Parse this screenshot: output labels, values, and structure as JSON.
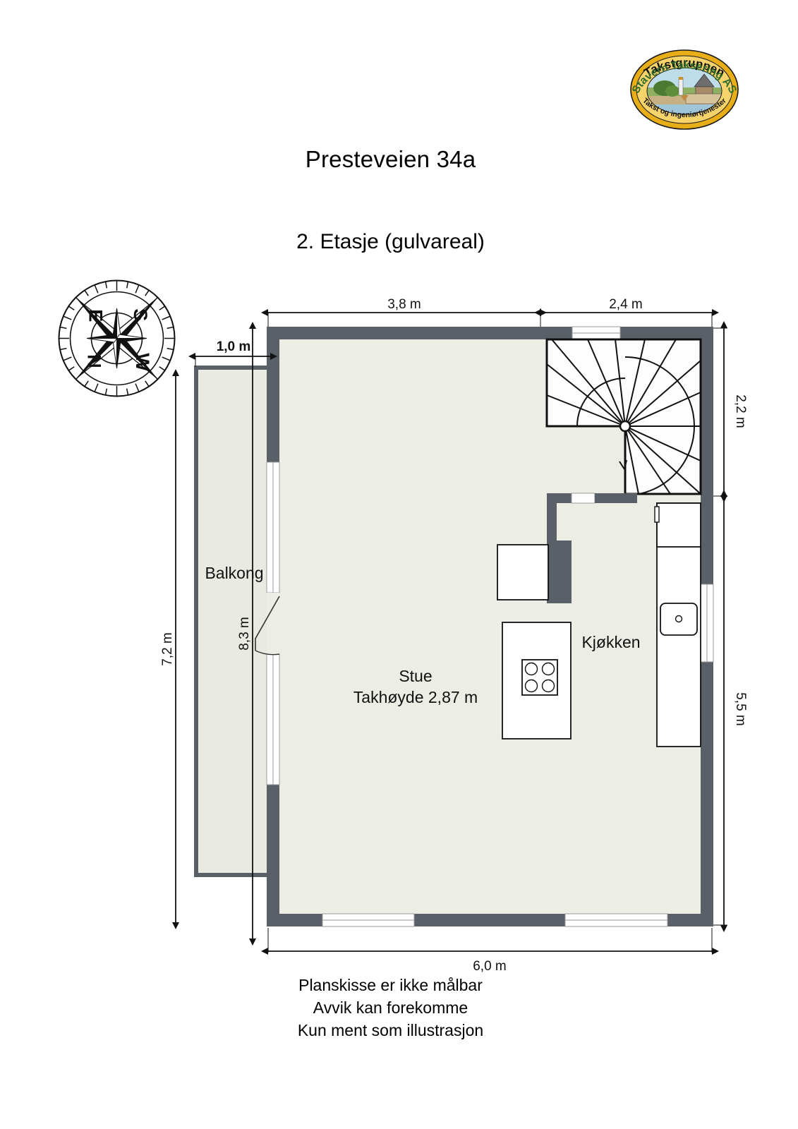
{
  "document": {
    "title": "Presteveien 34a",
    "subtitle": "2. Etasje (gulvareal)"
  },
  "logo": {
    "top_text": "Takstgruppen",
    "middle_text": "Stavern Taksering AS",
    "bottom_text": "Takst og ingeniørtjenester",
    "ring_color": "#E5A812",
    "inner_color": "#F2C94C"
  },
  "compass": {
    "north": "N",
    "south": "S",
    "east": "E",
    "west": "W",
    "rotation_deg": 135
  },
  "rooms": [
    {
      "name": "Balkong",
      "label": "Balkong",
      "ceiling": ""
    },
    {
      "name": "Stue",
      "label": "Stue",
      "ceiling": "Takhøyde 2,87 m"
    },
    {
      "name": "Kjøkken",
      "label": "Kjøkken",
      "ceiling": ""
    }
  ],
  "labels": {
    "balkong": "Balkong",
    "stue": "Stue",
    "stue_ceiling": "Takhøyde 2,87 m",
    "kjokken": "Kjøkken"
  },
  "dimensions": {
    "top_left": "3,8 m",
    "top_right": "2,4 m",
    "balcony_width": "1,0 m",
    "left_outer": "7,2 m",
    "left_inner": "8,3 m",
    "right_upper": "2,2 m",
    "right_lower": "5,5 m",
    "bottom": "6,0 m"
  },
  "notes": [
    "Planskisse er ikke målbar",
    "Avvik kan forekomme",
    "Kun ment som illustrasjon"
  ],
  "colors": {
    "wall": "#5A6068",
    "floor": "#ECEDE5",
    "balcony_floor": "#E8EAE1",
    "stair_fill": "#FDFDFD",
    "line": "#1a1a1a"
  },
  "fixtures": [
    {
      "name": "spiral-staircase",
      "type": "stairs"
    },
    {
      "name": "kitchen-island-with-stove",
      "type": "island"
    },
    {
      "name": "stove-burners",
      "type": "cooktop",
      "burners": 4
    },
    {
      "name": "sink",
      "type": "sink"
    },
    {
      "name": "refrigerator",
      "type": "appliance"
    },
    {
      "name": "counter-run",
      "type": "counter"
    },
    {
      "name": "balcony-door",
      "type": "door"
    },
    {
      "name": "window-left-upper",
      "type": "window"
    },
    {
      "name": "window-left-lower",
      "type": "window"
    },
    {
      "name": "window-bottom-left",
      "type": "window"
    },
    {
      "name": "window-bottom-right",
      "type": "window"
    },
    {
      "name": "window-right",
      "type": "window"
    },
    {
      "name": "window-top",
      "type": "window"
    }
  ]
}
